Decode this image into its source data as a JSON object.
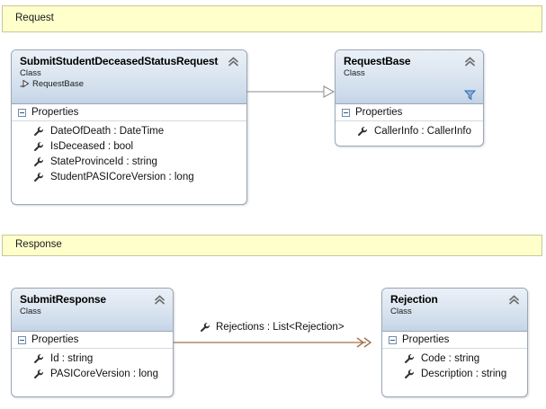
{
  "diagram": {
    "type": "uml-class-diagram",
    "background": "#ffffff",
    "banner_fill": "#ffffcc",
    "banner_border": "#c8c896",
    "class_header_gradient_top": "#eaf0f7",
    "class_header_gradient_bottom": "#c3d3e6",
    "class_border": "#9aa7b5",
    "inheritance_line_color": "#8c8c8c",
    "association_line_color": "#a0714a"
  },
  "banners": [
    {
      "label": "Request"
    },
    {
      "label": "Response"
    }
  ],
  "classes": [
    {
      "id": "submit-student-deceased-status-request",
      "name": "SubmitStudentDeceasedStatusRequest",
      "stereotype": "Class",
      "base": "RequestBase",
      "compartment": "Properties",
      "members": [
        "DateOfDeath : DateTime",
        "IsDeceased : bool",
        "StateProvinceId : string",
        "StudentPASICoreVersion : long"
      ]
    },
    {
      "id": "request-base",
      "name": "RequestBase",
      "stereotype": "Class",
      "base": null,
      "compartment": "Properties",
      "members": [
        "CallerInfo : CallerInfo"
      ]
    },
    {
      "id": "submit-response",
      "name": "SubmitResponse",
      "stereotype": "Class",
      "base": null,
      "compartment": "Properties",
      "members": [
        "Id : string",
        "PASICoreVersion : long"
      ]
    },
    {
      "id": "rejection",
      "name": "Rejection",
      "stereotype": "Class",
      "base": null,
      "compartment": "Properties",
      "members": [
        "Code : string",
        "Description : string"
      ]
    }
  ],
  "connectors": [
    {
      "id": "inheritance-submit-request-to-request-base",
      "kind": "inheritance",
      "from": "SubmitStudentDeceasedStatusRequest",
      "to": "RequestBase",
      "label": ""
    },
    {
      "id": "association-submit-response-to-rejection",
      "kind": "association",
      "from": "SubmitResponse",
      "to": "Rejection",
      "label": "Rejections : List<Rejection>"
    }
  ],
  "icons": {
    "collapse": "chevron-double-up-icon",
    "expander": "minus-box-icon",
    "member": "wrench-icon",
    "filter": "funnel-icon",
    "inherits": "inheritance-arrow-icon"
  }
}
